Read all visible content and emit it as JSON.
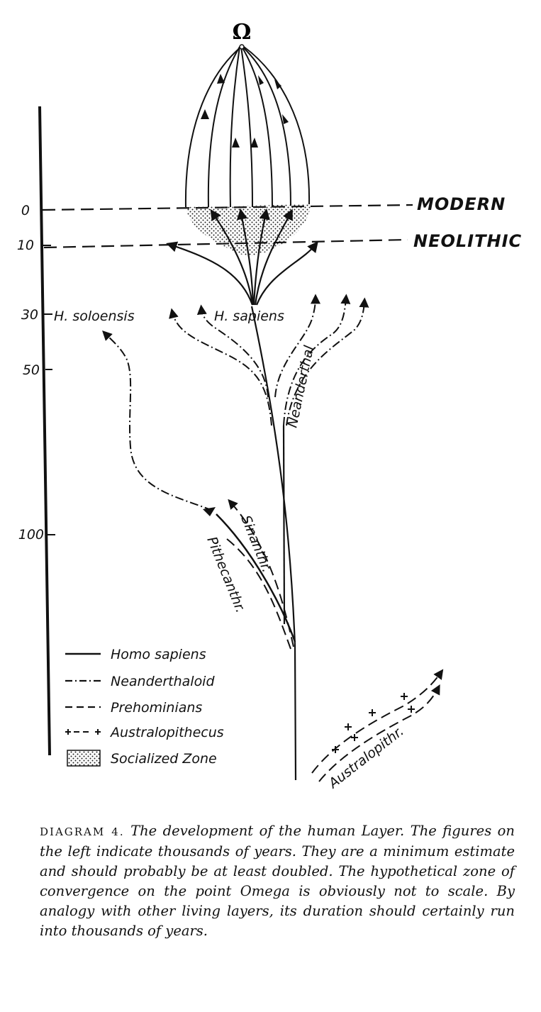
{
  "omega_symbol": "Ω",
  "eras": {
    "modern": "MODERN",
    "neolithic": "NEOLITHIC"
  },
  "time_scale": {
    "ticks": [
      "0",
      "10",
      "30",
      "50",
      "100"
    ]
  },
  "species_labels": {
    "h_soloensis": "H. soloensis",
    "h_sapiens": "H. sapiens",
    "neanderthal": "Neanderthal",
    "sinanthr": "Sinanthr.",
    "pithecanthr": "Pithecanthr.",
    "australopithr": "Australopithr."
  },
  "legend": [
    {
      "label": "Homo sapiens"
    },
    {
      "label": "Neanderthaloid"
    },
    {
      "label": "Prehominians"
    },
    {
      "label": "Australopithecus"
    },
    {
      "label": "Socialized Zone"
    }
  ],
  "caption": {
    "tag": "DIAGRAM 4.",
    "text": "The development of the human Layer. The figures on the left indicate thousands of years. They are a minimum estimate and should probably be at least doubled. The hypothetical zone of convergence on the point Omega is obviously not to scale. By analogy with other living layers, its duration should certainly run into thousands of years."
  }
}
